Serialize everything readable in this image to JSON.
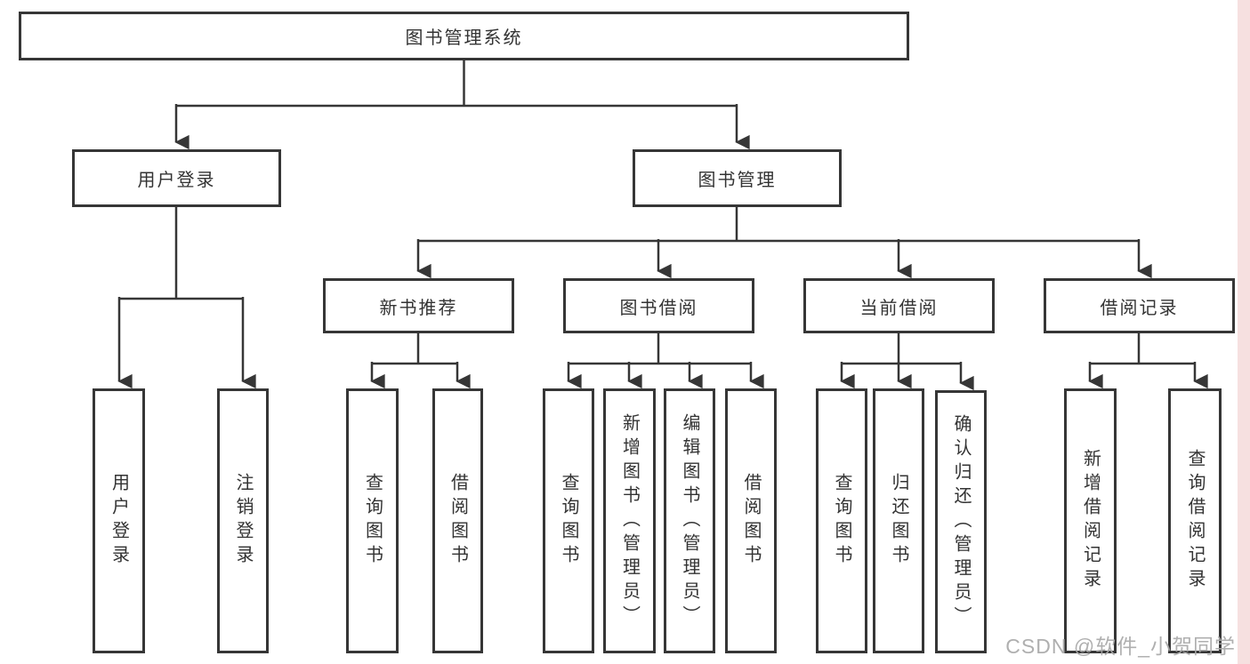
{
  "diagram": {
    "root": {
      "label": "图书管理系统"
    },
    "branches": [
      {
        "label": "用户登录",
        "children": [
          {
            "label": "用户登录"
          },
          {
            "label": "注销登录"
          }
        ]
      },
      {
        "label": "图书管理",
        "children": [
          {
            "label": "新书推荐",
            "children": [
              {
                "label": "查询图书"
              },
              {
                "label": "借阅图书"
              }
            ]
          },
          {
            "label": "图书借阅",
            "children": [
              {
                "label": "查询图书"
              },
              {
                "label": "新增图书（管理员）"
              },
              {
                "label": "编辑图书（管理员）"
              },
              {
                "label": "借阅图书"
              }
            ]
          },
          {
            "label": "当前借阅",
            "children": [
              {
                "label": "查询图书"
              },
              {
                "label": "归还图书"
              },
              {
                "label": "确认归还（管理员）"
              }
            ]
          },
          {
            "label": "借阅记录",
            "children": [
              {
                "label": "新增借阅记录"
              },
              {
                "label": "查询借阅记录"
              }
            ]
          }
        ]
      }
    ]
  },
  "watermark": {
    "text": "CSDN @软件_小贺同学"
  },
  "colors": {
    "line": "#363636",
    "box_border": "#363636",
    "text": "#333333",
    "watermark": "#a8a8a8",
    "right_band": "#f6e0e0"
  }
}
